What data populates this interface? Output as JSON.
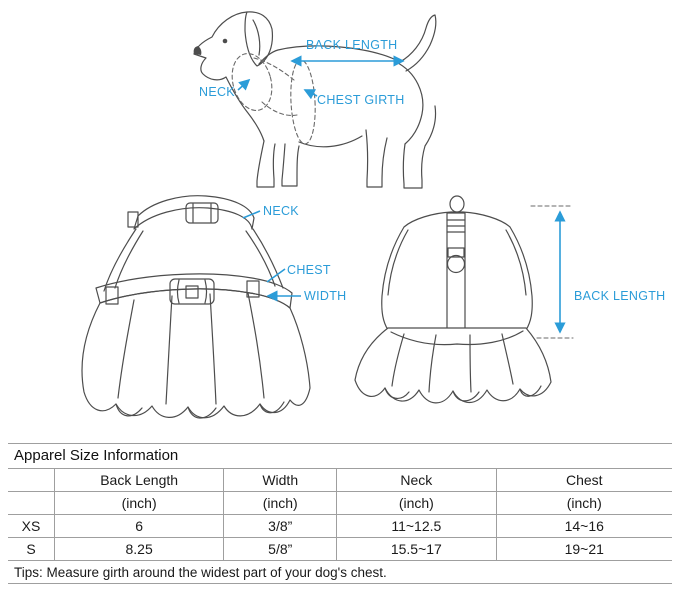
{
  "illustration": {
    "accent_color": "#2b9cd8",
    "dog": {
      "back_length_label": "BACK LENGTH",
      "neck_label": "NECK",
      "chest_girth_label": "CHEST GIRTH"
    },
    "dress_side": {
      "neck_label": "NECK",
      "chest_label": "CHEST",
      "width_label": "WIDTH"
    },
    "dress_front": {
      "back_length_label": "BACK LENGTH"
    }
  },
  "size_table": {
    "title": "Apparel Size Information",
    "columns": [
      "",
      "Back Length",
      "Width",
      "Neck",
      "Chest"
    ],
    "units": [
      "",
      "(inch)",
      "(inch)",
      "(inch)",
      "(inch)"
    ],
    "rows": [
      {
        "size": "XS",
        "back_length": "6",
        "width": "3/8”",
        "neck": "11~12.5",
        "chest": "14~16"
      },
      {
        "size": "S",
        "back_length": "8.25",
        "width": "5/8”",
        "neck": "15.5~17",
        "chest": "19~21"
      }
    ],
    "tips": "Tips: Measure girth around the widest part of your dog's chest."
  }
}
